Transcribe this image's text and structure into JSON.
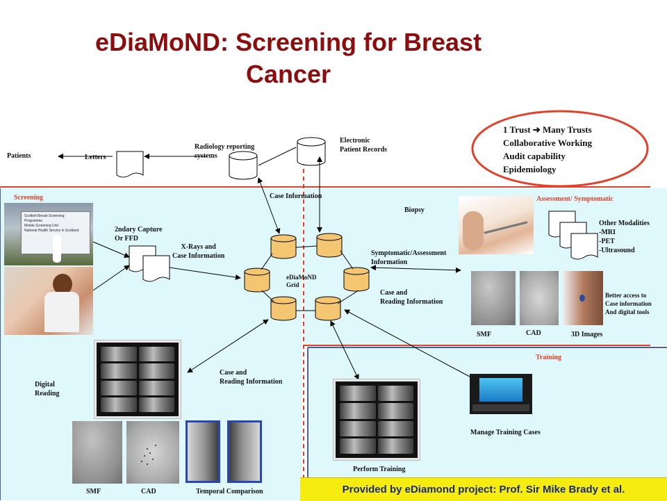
{
  "title": {
    "line1": "eDiaMoND: Screening for Breast",
    "line2": "Cancer"
  },
  "top": {
    "patients": "Patients",
    "letters": "Letters",
    "radiology_reporting": [
      "Radiology reporting",
      "systems"
    ],
    "electronic_patient_records": [
      "Electronic",
      "Patient Records"
    ]
  },
  "oval": {
    "lines": [
      "1 Trust ➔ Many Trusts",
      "Collaborative Working",
      "Audit capability",
      "Epidemiology"
    ]
  },
  "screening": {
    "label": "Screening",
    "capture": [
      "2ndary Capture",
      "Or FFD"
    ],
    "xrays": [
      "X-Rays and",
      "Case Information"
    ],
    "case_reading": [
      "Case and",
      "Reading Information"
    ],
    "digital_reading": [
      "Digital",
      "Reading"
    ],
    "thumb_labels": [
      "SMF",
      "CAD",
      "Temporal Comparison"
    ],
    "van_sign": [
      "Scottish Breast Screening",
      "Programme",
      "Mobile Screening Unit",
      "National Health Service in Scotland"
    ]
  },
  "grid": {
    "case_information": "Case Information",
    "label": [
      "eDiaMoND",
      "Grid"
    ]
  },
  "assessment": {
    "label": "Assessment/ Symptomatic",
    "biopsy": "Biopsy",
    "symptomatic": [
      "Symptomatic/Assessment",
      "Information"
    ],
    "case_reading": [
      "Case and",
      "Reading Information"
    ],
    "other_modalities": [
      "Other Modalities",
      "-MRI",
      "-PET",
      "-Ultrasound"
    ],
    "better_access": [
      "Better access to",
      "Case information",
      "And digital tools"
    ],
    "thumb_labels": [
      "SMF",
      "CAD",
      "3D Images"
    ]
  },
  "training": {
    "label": "Training",
    "manage": "Manage Training Cases",
    "perform": "Perform Training"
  },
  "footer": "Provided by eDiamond project: Prof. Sir Mike Brady et al.",
  "colors": {
    "title": "#8b0d0d",
    "accent": "#e2402a",
    "panel": "#dff8fb",
    "footer_bg": "#f6ec10",
    "footer_text": "#1a2a7a",
    "db_fill": "#f4c672"
  }
}
